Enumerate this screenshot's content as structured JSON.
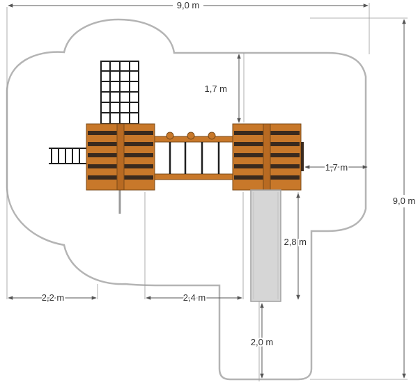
{
  "colors": {
    "background": "#ffffff",
    "safety_zone": "#b4b4b4",
    "dimension_line": "#555555",
    "wood_light": "#c8782a",
    "wood_dark": "#3a2a1e",
    "net": "#1e1e1e",
    "slide": "#d6d6d6"
  },
  "dimensions": {
    "total_width": "9,0 m",
    "total_height": "9,0 m",
    "top_clearance": "1,7 m",
    "right_clearance": "1,7 m",
    "left_clearance": "2,2 m",
    "bridge_length": "2,4 m",
    "slide_length": "2,8 m",
    "slide_exit": "2,0 m"
  },
  "components": [
    {
      "name": "climbing-net",
      "icon": "grid"
    },
    {
      "name": "rope-ladder",
      "icon": "ladder"
    },
    {
      "name": "tower-left",
      "icon": "wooden-tower"
    },
    {
      "name": "tower-right",
      "icon": "wooden-tower"
    },
    {
      "name": "rope-bridge",
      "icon": "bridge"
    },
    {
      "name": "slide",
      "icon": "slide"
    },
    {
      "name": "fireman-pole",
      "icon": "pole"
    }
  ]
}
